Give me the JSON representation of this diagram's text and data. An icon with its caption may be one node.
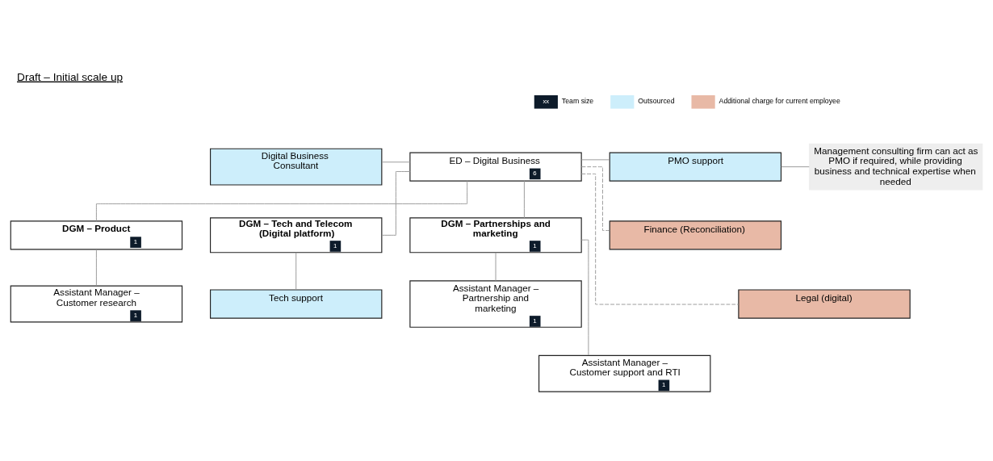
{
  "diagram": {
    "title": "Draft – Initial scale up",
    "nodes": [
      {
        "text": [
          "Digital Business Consultant"
        ]
      },
      {
        "text": [
          "ED – Digital Business",
          "6"
        ]
      },
      {
        "text": [
          "PMO support"
        ]
      },
      {
        "text": [
          "Management consulting firm can act as PMO if required, while providing business and technical expertise when needed"
        ]
      },
      {
        "text": [
          "DGM – Product",
          "1"
        ]
      },
      {
        "text": [
          "DGM – Tech and Telecom (Digital platform)",
          "1"
        ]
      },
      {
        "text": [
          "DGM – Partnerships and marketing",
          "1"
        ]
      },
      {
        "text": [
          "Finance (Reconciliation)"
        ]
      },
      {
        "text": [
          "Assistant Manager – Customer research",
          "1"
        ]
      },
      {
        "text": [
          "Tech support"
        ]
      },
      {
        "text": [
          "Assistant Manager – Partnership and marketing",
          "1"
        ]
      },
      {
        "text": [
          "Legal (digital)"
        ]
      },
      {
        "text": [
          "Assistant Manager – Customer support and RTI",
          "1"
        ]
      }
    ],
    "edges": [
      {
        "from": 0,
        "to": 1,
        "arrow": "none"
      },
      {
        "from": 1,
        "to": 2,
        "arrow": "none"
      },
      {
        "from": 2,
        "to": 3,
        "arrow": "none"
      },
      {
        "from": 1,
        "to": 4,
        "arrow": "none"
      },
      {
        "from": 1,
        "to": 5,
        "arrow": "none"
      },
      {
        "from": 1,
        "to": 6,
        "arrow": "none"
      },
      {
        "from": 1,
        "to": 7,
        "arrow": "none",
        "style": "dashed"
      },
      {
        "from": 1,
        "to": 11,
        "arrow": "none",
        "style": "dashed"
      },
      {
        "from": 4,
        "to": 8,
        "arrow": "none"
      },
      {
        "from": 5,
        "to": 9,
        "arrow": "none"
      },
      {
        "from": 6,
        "to": 10,
        "arrow": "none"
      },
      {
        "from": 6,
        "to": 12,
        "arrow": "none"
      }
    ],
    "labels": [
      "xx"
    ],
    "legend": [
      {
        "text": "Team size",
        "color": "#0d1b2a"
      },
      {
        "text": "Outsourced",
        "color": "#cdeefb"
      },
      {
        "text": "Additional charge for current employee",
        "color": "#e8b9a6"
      }
    ]
  }
}
